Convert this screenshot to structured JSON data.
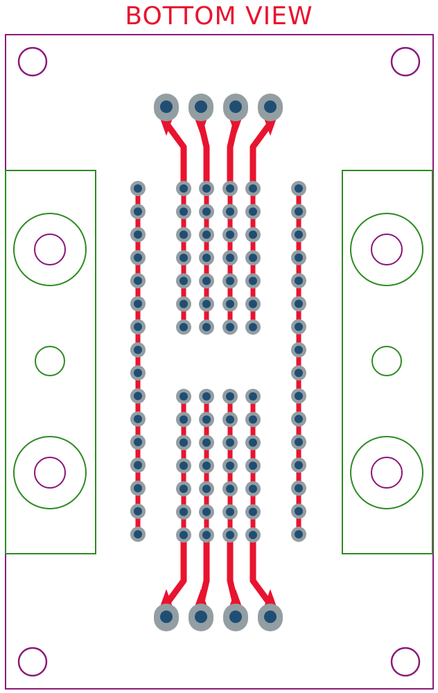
{
  "title": "BOTTOM VIEW",
  "colors": {
    "title": "#e8142f",
    "board_outline": "#8b1a7a",
    "mount_hole": "#8b1a7a",
    "terminal_outline": "#2e8b22",
    "pad_ring": "#939ea3",
    "pad_hole": "#1f4e72",
    "trace": "#e8142f",
    "background": "#ffffff"
  },
  "board": {
    "mounting_holes": 4,
    "terminal_blocks": 2,
    "large_pads": {
      "top_count": 4,
      "bottom_count": 4
    },
    "inner_pad_columns": 4,
    "inner_pads_per_group": 7,
    "outer_pad_columns": 2,
    "outer_pads_per_column": 16
  }
}
